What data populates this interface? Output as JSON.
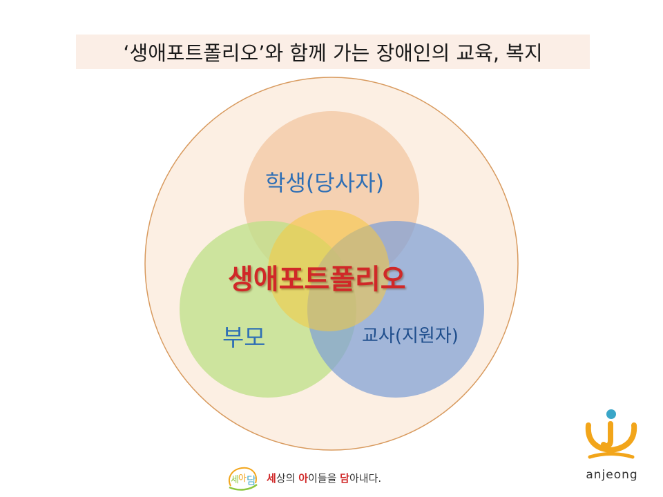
{
  "title": "‘생애포트폴리오’와 함께 가는 장애인의 교육, 복지",
  "diagram": {
    "center_label": "생애포트폴리오",
    "nodes": [
      {
        "id": "student",
        "label": "학생(당사자)"
      },
      {
        "id": "parent",
        "label": "부모"
      },
      {
        "id": "teacher",
        "label": "교사(지원자)"
      }
    ],
    "colors": {
      "outer_fill": "#fcefe3",
      "outer_stroke": "#d89a5e",
      "student": "#f2c8a4",
      "parent": "#bfe08a",
      "teacher": "#7f9fd6",
      "center": "#f5c840"
    }
  },
  "footer": {
    "logo_text": "세아담",
    "slogan_parts": [
      "세",
      "상의 ",
      "아",
      "이들을 ",
      "담",
      "아내다."
    ]
  },
  "brand": {
    "name": "anjeong",
    "colors": {
      "arc": "#f2a51a",
      "dot": "#3aa6c8"
    }
  }
}
